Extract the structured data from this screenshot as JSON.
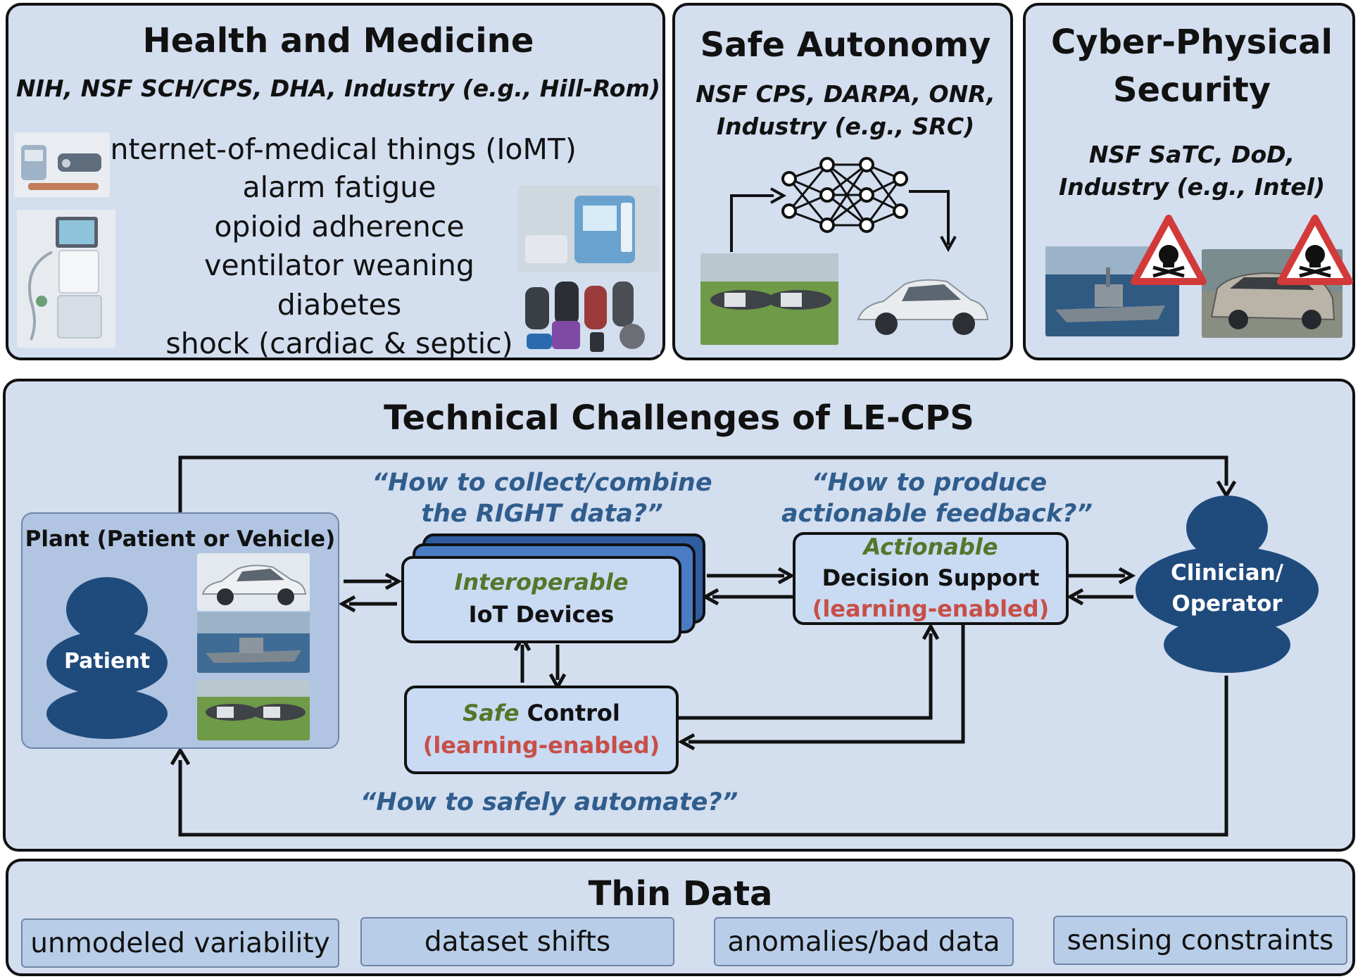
{
  "health": {
    "title": "Health and Medicine",
    "funding": "NIH, NSF SCH/CPS, DHA, Industry (e.g., Hill-Rom)",
    "items": [
      "internet-of-medical things (IoMT)",
      "alarm fatigue",
      "opioid adherence",
      "ventilator weaning",
      "diabetes",
      "shock (cardiac & septic)"
    ]
  },
  "autonomy": {
    "title": "Safe Autonomy",
    "funding_line1": "NSF CPS, DARPA, ONR,",
    "funding_line2": "Industry (e.g., SRC)"
  },
  "security": {
    "title_line1": "Cyber-Physical",
    "title_line2": "Security",
    "funding_line1": "NSF SaTC, DoD,",
    "funding_line2": "Industry (e.g., Intel)"
  },
  "challenges": {
    "title": "Technical Challenges of LE-CPS",
    "q_collect_1": "“How to collect/combine",
    "q_collect_2": "the RIGHT data?”",
    "q_produce_1": "“How to produce",
    "q_produce_2": "actionable feedback?”",
    "q_automate": "“How to safely automate?”",
    "plant_title": "Plant (Patient or Vehicle)",
    "patient": "Patient",
    "iot_italic": "Interoperable",
    "iot_label": "IoT Devices",
    "ds_italic": "Actionable",
    "ds_label": "Decision Support",
    "ds_sub": "(learning-enabled)",
    "sc_italic": "Safe",
    "sc_label": " Control",
    "sc_sub": "(learning-enabled)",
    "operator_line1": "Clinician/",
    "operator_line2": "Operator"
  },
  "thin_data": {
    "title": "Thin Data",
    "chips": [
      "unmodeled variability",
      "dataset shifts",
      "anomalies/bad data",
      "sensing constraints"
    ]
  },
  "colors": {
    "panel_bg": "#d3deef",
    "figure_blue": "#1f4a7c",
    "question_blue": "#2f5d8d",
    "green_label": "#55762a",
    "red_label": "#c74f48"
  }
}
